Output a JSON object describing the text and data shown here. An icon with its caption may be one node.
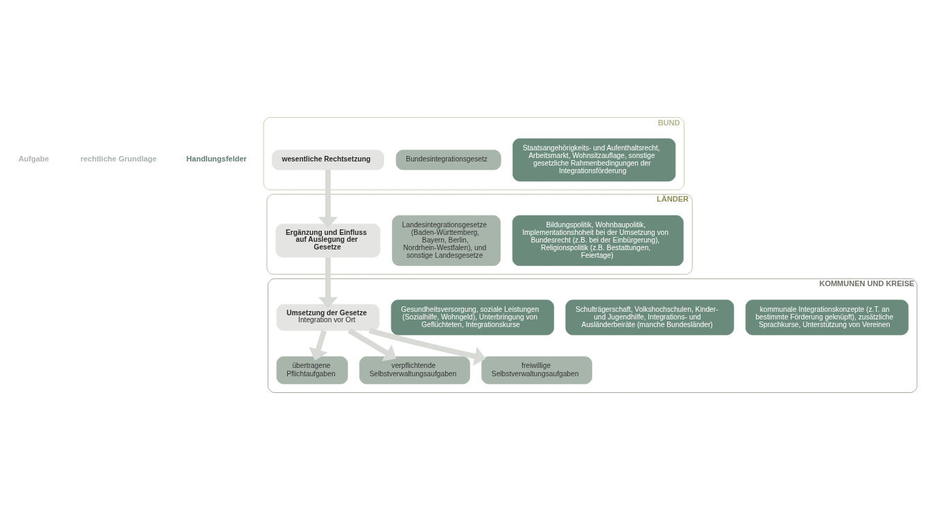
{
  "diagram": {
    "nodes": [
      {
        "text": [
          "BUND"
        ]
      },
      {
        "text": [
          "wesentliche Rechtsetzung"
        ],
        "in": 0
      },
      {
        "text": [
          "Bundesintegrationsgesetz"
        ],
        "in": 0
      },
      {
        "text": [
          "Staatsangehörigkeits- und Aufenthaltsrecht, Arbeitsmarkt, Wohnsitzauflage, sonstige gesetzliche Rahmenbedingungen der Integrationsförderung"
        ],
        "in": 0
      },
      {
        "text": [
          "LÄNDER"
        ]
      },
      {
        "text": [
          "Ergänzung und Einfluss auf Auslegung der Gesetze"
        ],
        "in": 4
      },
      {
        "text": [
          "Landesintegrationsgesetze (Baden-Württemberg, Bayern, Berlin, Nordrhein-Westfalen), und sonstige Landesgesetze"
        ],
        "in": 4
      },
      {
        "text": [
          "Bildungspolitik, Wohnbaupolitik, Implementationshoheit bei der Umsetzung von Bundesrecht (z.B. bei der Einbürgerung), Religionspolitik (z.B. Bestattungen, Feiertage)"
        ],
        "in": 4
      },
      {
        "text": [
          "KOMMUNEN UND KREISE"
        ]
      },
      {
        "text": [
          "Umsetzung der Gesetze",
          "Integration vor Ort"
        ],
        "in": 8
      },
      {
        "text": [
          "übertragene Pflichtaufgaben"
        ],
        "in": 8
      },
      {
        "text": [
          "Gesundheitsversorgung, soziale Leistungen (Sozialhilfe, Wohngeld), Unterbringung von Geflüchteten, Integrationskurse"
        ],
        "in": 8
      },
      {
        "text": [
          "verpflichtende Selbstverwaltungsaufgaben"
        ],
        "in": 8
      },
      {
        "text": [
          "Schulträgerschaft, Volkshochschulen, Kinder- und Jugendhilfe, Integrations- und Ausländerbeiräte (manche Bundesländer)"
        ],
        "in": 8
      },
      {
        "text": [
          "freiwillige Selbstverwaltungsaufgaben"
        ],
        "in": 8
      },
      {
        "text": [
          "kommunale Integrationskonzepte (z.T. an bestimmte Förderung geknüpft), zusätzliche Sprachkurse, Unterstützung von Vereinen"
        ],
        "in": 8
      }
    ],
    "edges": [
      {
        "from": 1,
        "to": 5,
        "arrow": "to"
      },
      {
        "from": 5,
        "to": 9,
        "arrow": "to"
      },
      {
        "from": 9,
        "to": 10,
        "arrow": "to"
      },
      {
        "from": 9,
        "to": 12,
        "arrow": "to"
      },
      {
        "from": 9,
        "to": 14,
        "arrow": "to"
      }
    ],
    "labels": [
      "Aufgabe",
      "rechtliche Grundlage",
      "Handlungsfelder"
    ]
  }
}
